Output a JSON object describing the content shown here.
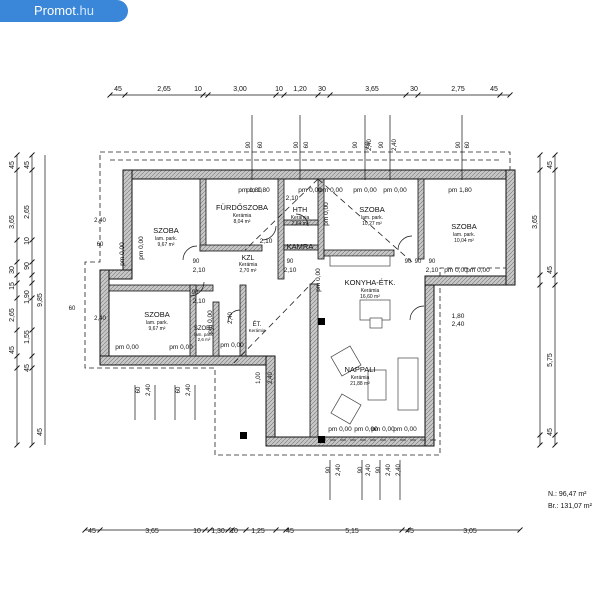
{
  "brand": {
    "name": "Promot",
    "tld": ".hu"
  },
  "rooms": [
    {
      "name": "SZOBA",
      "floor": "lam. park.",
      "area": "9,67 m²"
    },
    {
      "name": "FÜRDŐSZOBA",
      "floor": "Kerámia",
      "area": "8,04 m²"
    },
    {
      "name": "HTH",
      "floor": "Kerámia",
      "area": "2,64 m²"
    },
    {
      "name": "SZOBA",
      "floor": "lam. park.",
      "area": "10,27 m²"
    },
    {
      "name": "SZOBA",
      "floor": "lam. park.",
      "area": "10,04 m²"
    },
    {
      "name": "KAMRA",
      "floor": "",
      "area": ""
    },
    {
      "name": "KZL",
      "floor": "Kerámia",
      "area": "2,70 m²"
    },
    {
      "name": "KONYHA-ÉTK.",
      "floor": "Kerámia",
      "area": "16,60 m²"
    },
    {
      "name": "SZOBA",
      "floor": "lam. park.",
      "area": "9,67 m²"
    },
    {
      "name": "SZOBA",
      "floor": "lam. park.",
      "area": "2,6 m²"
    },
    {
      "name": "ÉT.",
      "floor": "Kerámia",
      "area": ""
    },
    {
      "name": "NAPPALI",
      "floor": "Kerámia",
      "area": "21,88 m²"
    }
  ],
  "top_dims": [
    "45",
    "2,65",
    "10",
    "3,00",
    "10",
    "1,20",
    "30",
    "3,65",
    "30",
    "2,75",
    "45"
  ],
  "bottom_dims": [
    "45",
    "3,65",
    "10",
    "1,30",
    "10",
    "1,25",
    "45",
    "5,15",
    "45",
    "3,05"
  ],
  "left_dims": [
    "45",
    "45",
    "3,65",
    "2,65",
    "10",
    "90",
    "30",
    "1,90",
    "15",
    "2,65",
    "1,55",
    "45",
    "9,85",
    "45",
    "45"
  ],
  "right_dims": [
    "45",
    "3,65",
    "45",
    "5,75",
    "45"
  ],
  "openings": [
    "pm 1,80",
    "pm 0,00",
    "pm 0,00",
    "pm 1,80",
    "2,10",
    "2,10",
    "2,10",
    "2,10",
    "2,10",
    "2,10",
    "pm 0,00",
    "pm 0,00",
    "pm 0,00",
    "pm 0,00",
    "pm 0,00",
    "pm 0,00",
    "pm 0,00",
    "pm 0,00",
    "pm 1,80",
    "1,80",
    "2,40",
    "pm 0,00",
    "pm 0,00",
    "pm 0,00",
    "pm 0,00",
    "pm 0,00",
    "pm 0,00",
    "pm 0,00",
    "pm 0,00"
  ],
  "opening_small": [
    "90",
    "90",
    "90",
    "90",
    "90",
    "90",
    "90",
    "60",
    "60",
    "60",
    "60",
    "2,40",
    "2,40",
    "2,40",
    "2,40",
    "90",
    "90",
    "60",
    "60",
    "90",
    "1,00",
    "2,40",
    "2,40",
    "2,40",
    "2,40",
    "2,40",
    "2,40",
    "2,40",
    "2,40",
    "60",
    "60",
    "90",
    "90",
    "90",
    "90"
  ],
  "summary": {
    "net": "N.: 96,47 m²",
    "gross": "Br.: 131,07 m²"
  }
}
